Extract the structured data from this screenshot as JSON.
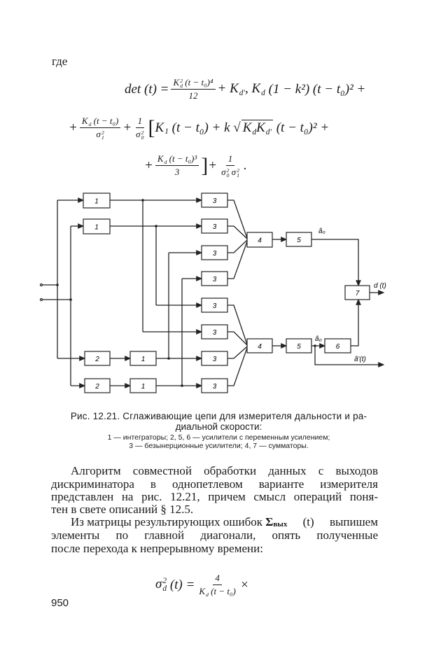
{
  "intro_word": "где",
  "formula_det": {
    "rows": [
      [
        {
          "t": "det (t) ="
        },
        {
          "frac": {
            "num": [
              {
                "t": "K",
                "sub": "d",
                "sup": "2"
              },
              {
                "t": " (t − t₀)⁴"
              }
            ],
            "den": [
              {
                "t": "12"
              }
            ]
          }
        },
        {
          "t": "+ K",
          "sub": "d′"
        },
        {
          "t": ", K",
          "sub": "d"
        },
        {
          "t": " (1 − k²) (t − t₀)² +"
        }
      ],
      [
        {
          "t": "+"
        },
        {
          "frac": {
            "num": [
              {
                "t": "K",
                "sub": "d"
              },
              {
                "t": " (t − t₀)"
              }
            ],
            "den": [
              {
                "t": "σ",
                "sub": "1",
                "sup": "2"
              }
            ]
          }
        },
        {
          "t": "+"
        },
        {
          "frac": {
            "num": [
              {
                "t": "1"
              }
            ],
            "den": [
              {
                "t": "σ",
                "sub": "0",
                "sup": "2"
              }
            ]
          }
        },
        {
          "big": "["
        },
        {
          "t": "K",
          "sub": "1"
        },
        {
          "t": " (t − t₀) + k √"
        },
        {
          "sqrt": [
            {
              "t": "K",
              "sub": "d"
            },
            {
              "t": "K",
              "sub": "d′"
            }
          ]
        },
        {
          "t": " (t − t₀)² +"
        }
      ],
      [
        {
          "t": "+"
        },
        {
          "frac": {
            "num": [
              {
                "t": "K",
                "sub": "d"
              },
              {
                "t": " (t − t₀)³"
              }
            ],
            "den": [
              {
                "t": "3"
              }
            ]
          }
        },
        {
          "big": "]"
        },
        {
          "t": "+"
        },
        {
          "frac": {
            "num": [
              {
                "t": "1"
              }
            ],
            "den": [
              {
                "t": "σ",
                "sub": "0",
                "sup": "2"
              },
              {
                "t": " σ",
                "sub": "1",
                "sup": "2"
              }
            ]
          }
        },
        {
          "t": "."
        }
      ]
    ]
  },
  "diagram": {
    "block_labels": {
      "integrator": "1",
      "variable_gain_amp_2": "2",
      "inertialess_amp": "3",
      "summator_4": "4",
      "variable_gain_amp_5": "5",
      "variable_gain_amp_6": "6",
      "summator_7": "7"
    },
    "signals": {
      "a0_hat_top": "â₀",
      "a0_hat_bottom": "â₀",
      "output_d": "d (t)",
      "output_d_prime": "â′(t)"
    }
  },
  "caption": {
    "title_line1": "Рис. 12.21. Сглаживающие цепи для измерителя дальности и ра-",
    "title_line2": "диальной скорости:",
    "legend_line1": "1 — интеграторы; 2, 5, 6 — усилители с переменным усилением;",
    "legend_line2": "3 — безынерционные усилители; 4, 7 — сумматоры."
  },
  "body": {
    "p1": [
      "Алгоритм совместной обработки данных с выходов",
      "дискриминатора в однопетлевом варианте измерителя",
      "представлен на рис. 12.21, причем смысл операций поня-",
      "тен в свете описаний § 12.5."
    ],
    "p2_line1_before": "Из матрицы результирующих ошибок ",
    "p2_sigma": "Σ",
    "p2_sigma_sub": "вых",
    "p2_line1_after": " (t) выпишем",
    "p2": [
      "элементы по главной диагонали, опять полученные",
      "после перехода к непрерывному времени:"
    ]
  },
  "formula_sigma": {
    "rows": [
      [
        {
          "t": "σ",
          "sub": "d",
          "sup": "2"
        },
        {
          "t": " (t) ="
        },
        {
          "frac": {
            "num": [
              {
                "t": "4"
              }
            ],
            "den": [
              {
                "t": "K",
                "sub": "d"
              },
              {
                "t": " (t − t₀)"
              }
            ]
          }
        },
        {
          "t": "×"
        }
      ]
    ]
  },
  "page_number": "950"
}
